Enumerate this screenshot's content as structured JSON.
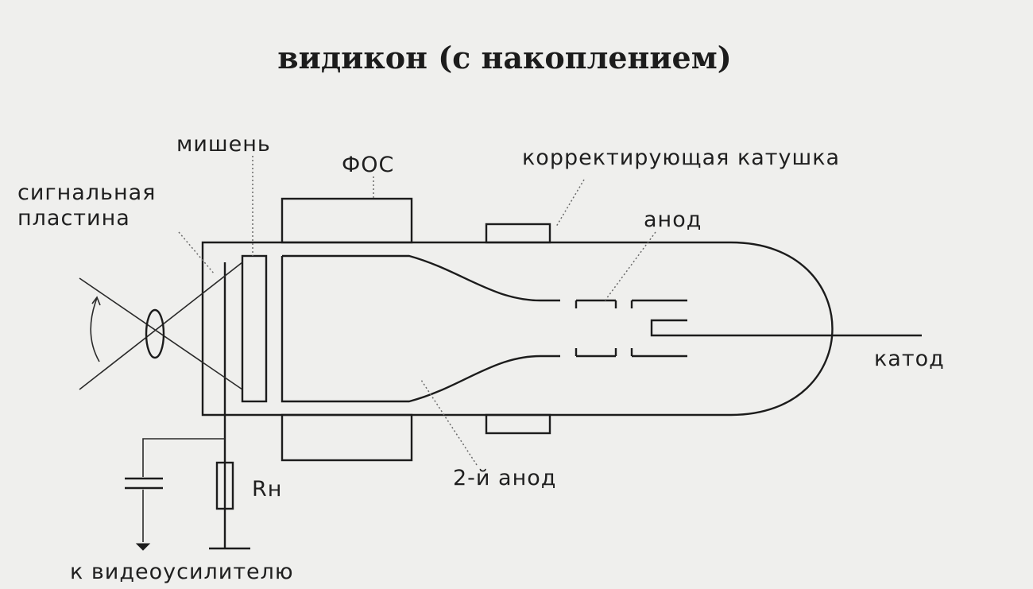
{
  "title": "видикон (с накоплением)",
  "labels": {
    "target": "мишень",
    "fos": "ФОС",
    "correction_coil": "корректирующая катушка",
    "signal_plate_line1": "сигнальная",
    "signal_plate_line2": "пластина",
    "anode": "анод",
    "cathode": "катод",
    "second_anode": "2-й анод",
    "load_resistor": "Rн",
    "to_video_amp": "к видеоусилителю"
  }
}
